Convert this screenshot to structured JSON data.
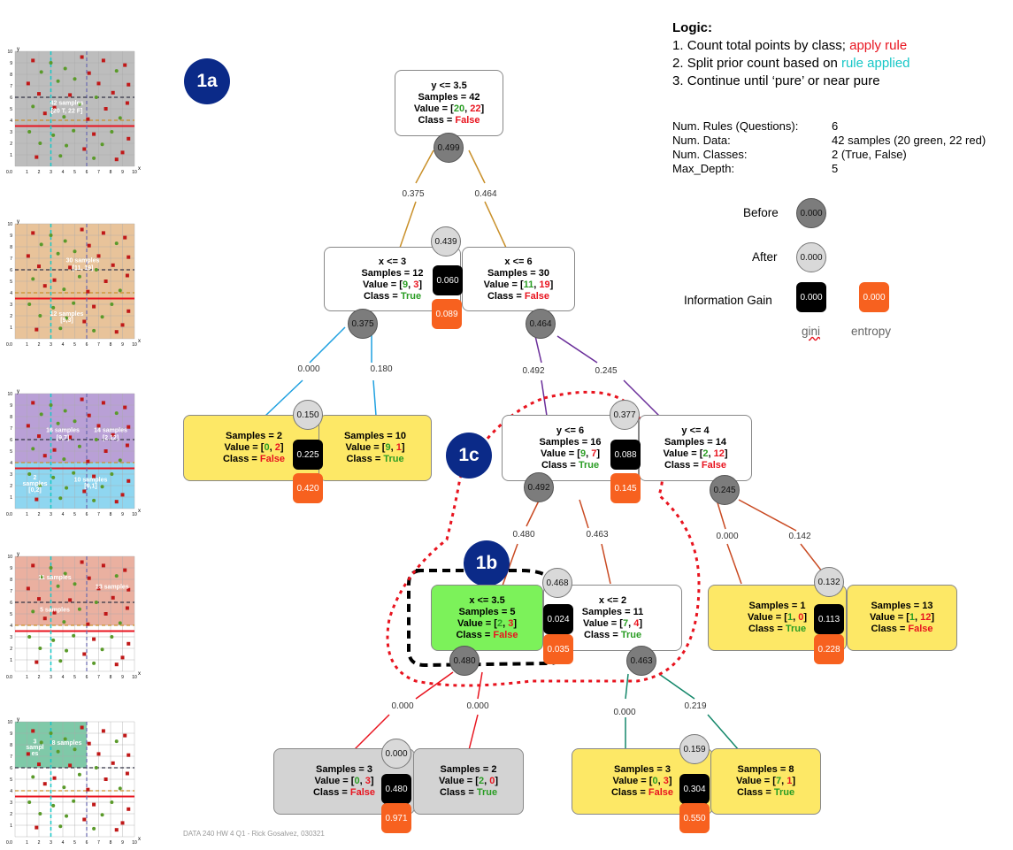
{
  "badges": {
    "b1a": "1a",
    "b1b": "1b",
    "b1c": "1c"
  },
  "logic": {
    "heading": "Logic:",
    "step1_prefix": "Count total points by class; ",
    "step1_highlight": "apply rule",
    "step2_prefix": "Split prior count based on ",
    "step2_highlight": "rule applied",
    "step3": "Continue until ‘pure’ or near pure"
  },
  "params": {
    "rules_label": "Num. Rules (Questions):",
    "rules_value": "6",
    "data_label": "Num. Data:",
    "data_value": "42 samples (20 green, 22 red)",
    "classes_label": "Num. Classes:",
    "classes_value": "2 (True, False)",
    "depth_label": "Max_Depth:",
    "depth_value": "5"
  },
  "legend": {
    "before_label": "Before",
    "before_value": "0.000",
    "after_label": "After",
    "after_value": "0.000",
    "ig_label": "Information Gain",
    "ig_gini_value": "0.000",
    "ig_entropy_value": "0.000",
    "gini_label": "gini",
    "entropy_label": "entropy"
  },
  "labels": {
    "samples": "Samples = ",
    "value": "Value = ",
    "class": "Class = "
  },
  "nodes": {
    "root": {
      "rule": "y <= 3.5",
      "samples": "42",
      "v1": "20",
      "v2": "22",
      "cls": "False"
    },
    "l1": {
      "rule": "x <= 3",
      "samples": "12",
      "v1": "9",
      "v2": "3",
      "cls": "True"
    },
    "r1": {
      "rule": "x <= 6",
      "samples": "30",
      "v1": "11",
      "v2": "19",
      "cls": "False"
    },
    "l1l": {
      "samples": "2",
      "v1": "0",
      "v2": "2",
      "cls": "False"
    },
    "l1r": {
      "samples": "10",
      "v1": "9",
      "v2": "1",
      "cls": "True"
    },
    "r1l": {
      "rule": "y <= 6",
      "samples": "16",
      "v1": "9",
      "v2": "7",
      "cls": "True"
    },
    "r1r": {
      "rule": "y <= 4",
      "samples": "14",
      "v1": "2",
      "v2": "12",
      "cls": "False"
    },
    "r2l": {
      "rule": "x <= 3.5",
      "samples": "5",
      "v1": "2",
      "v2": "3",
      "cls": "False"
    },
    "r2r": {
      "rule": "x <= 2",
      "samples": "11",
      "v1": "7",
      "v2": "4",
      "cls": "True"
    },
    "r1rl": {
      "samples": "1",
      "v1": "1",
      "v2": "0",
      "cls": "True"
    },
    "r1rr": {
      "samples": "13",
      "v1": "1",
      "v2": "12",
      "cls": "False"
    },
    "r3a": {
      "samples": "3",
      "v1": "0",
      "v2": "3",
      "cls": "False"
    },
    "r3b": {
      "samples": "2",
      "v1": "2",
      "v2": "0",
      "cls": "True"
    },
    "r3c": {
      "samples": "3",
      "v1": "0",
      "v2": "3",
      "cls": "False"
    },
    "r3d": {
      "samples": "8",
      "v1": "7",
      "v2": "1",
      "cls": "True"
    }
  },
  "metrics": {
    "root_before": "0.499",
    "s1_after": "0.439",
    "s1_ig": "0.060",
    "s1_ent": "0.089",
    "l1_before": "0.375",
    "r1_before": "0.464",
    "s2_after": "0.150",
    "s2_ig": "0.225",
    "s2_ent": "0.420",
    "s3_after": "0.377",
    "s3_ig": "0.088",
    "s3_ent": "0.145",
    "r1l_before": "0.492",
    "r1r_before": "0.245",
    "s4_after": "0.468",
    "s4_ig": "0.024",
    "s4_ent": "0.035",
    "s5_after": "0.132",
    "s5_ig": "0.113",
    "s5_ent": "0.228",
    "r2l_before": "0.480",
    "r2r_before": "0.463",
    "s6_after": "0.000",
    "s6_ig": "0.480",
    "s6_ent": "0.971",
    "s7_after": "0.159",
    "s7_ig": "0.304",
    "s7_ent": "0.550"
  },
  "edge_labels": {
    "e1": "0.375",
    "e2": "0.464",
    "e3": "0.000",
    "e4": "0.180",
    "e5": "0.492",
    "e6": "0.245",
    "e7": "0.480",
    "e8": "0.463",
    "e9": "0.000",
    "e10": "0.142",
    "e11": "0.000",
    "e12": "0.000",
    "e13": "0.000",
    "e14": "0.219"
  },
  "plots": {
    "p1": {
      "label": "42 samples",
      "sub": "[20 T, 22 F]"
    },
    "p2": {
      "label1": "30 samples",
      "sub1": "[11, 19]",
      "label2": "12 samples",
      "sub2": "[9,3]"
    },
    "p3": {
      "label1": "16 samples",
      "sub1": "[9,7]",
      "label2": "14 samples",
      "sub2": "[2,12]",
      "label3": "2",
      "label3b": "samples",
      "sub3": "[0,2]",
      "label4": "10 samples",
      "sub4": "[9,1]"
    },
    "p4": {
      "label1": "11 samples",
      "label2": "13 samples",
      "label3": "5 samples"
    },
    "p5": {
      "label1": "3",
      "label1b": "sampl",
      "label1c": "es",
      "label2": "8 samples"
    },
    "axis_x": "x",
    "axis_y": "y",
    "origin": "0.0",
    "ticks": [
      "1",
      "2",
      "3",
      "4",
      "5",
      "6",
      "7",
      "8",
      "9",
      "10"
    ]
  },
  "colors": {
    "red": "#e8141f",
    "green": "#2a9d24",
    "cyan": "#17c7c7",
    "navy": "#0b2a88",
    "orange": "#f7611f",
    "gold": "#c9902a",
    "purple": "#6a2e9a",
    "blue": "#1ea0e0",
    "rust": "#c94a22",
    "teal": "#14876a",
    "tan": "#e8c39a",
    "lavender": "#b9a0d6",
    "sky": "#8fd6f0",
    "salmon": "#eab0a0",
    "mint": "#7fc9a8",
    "grayfill": "#bdbdbd"
  },
  "footer": "DATA 240 HW 4 Q1 - Rick Gosalvez, 030321"
}
